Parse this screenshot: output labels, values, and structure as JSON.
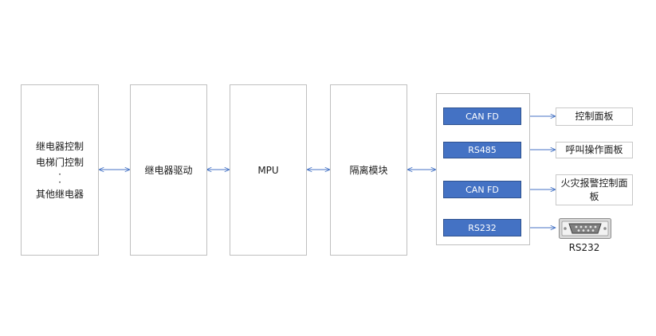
{
  "blocks": {
    "relay_group": {
      "lines": [
        "继电器控制",
        "电梯门控制",
        "·",
        "·",
        "其他继电器"
      ]
    },
    "relay_driver": "继电器驱动",
    "mpu": "MPU",
    "isolation": "隔离模块"
  },
  "interfaces": [
    {
      "label": "CAN FD",
      "target": "控制面板"
    },
    {
      "label": "RS485",
      "target": "呼叫操作面板"
    },
    {
      "label": "CAN FD",
      "target": "火灾报警控制面板"
    },
    {
      "label": "RS232",
      "target": "RS232"
    }
  ],
  "colors": {
    "port_fill": "#4472c4",
    "arrow": "#4472c4",
    "border": "#bfbfbf"
  },
  "icons": [
    "db9-serial-connector-icon"
  ]
}
